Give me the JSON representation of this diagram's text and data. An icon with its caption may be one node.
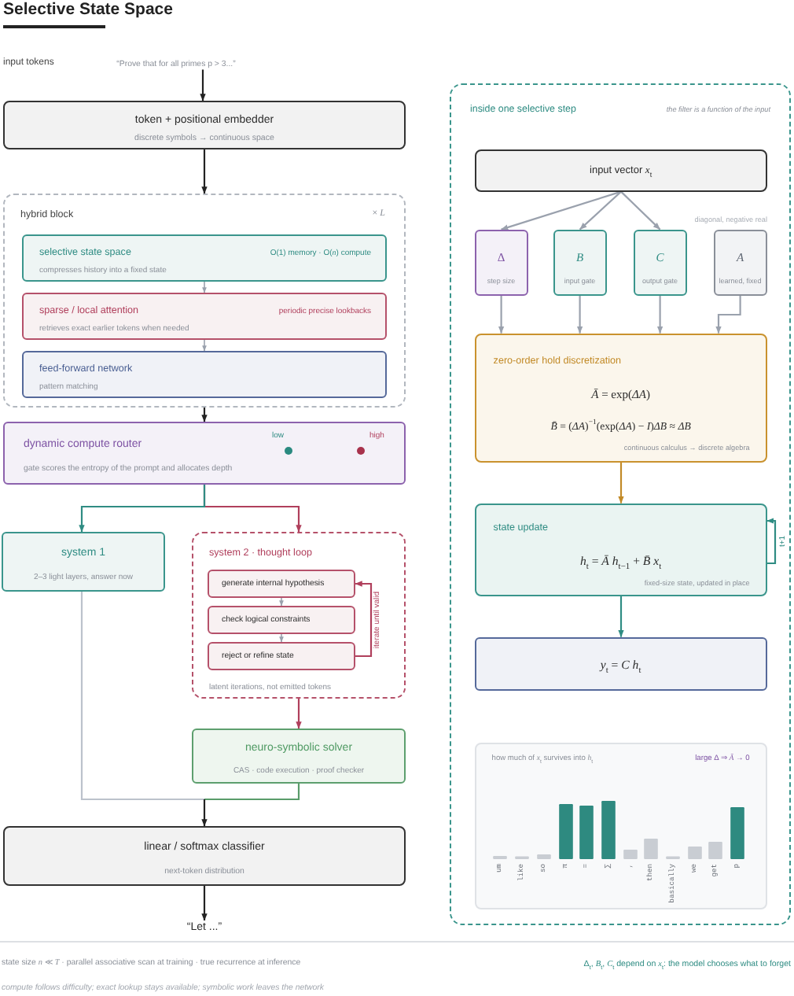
{
  "diagram": {
    "title": "Selective State Space",
    "nodes": [
      {
        "text": [
          "“Prove that for all primes p > 3...”"
        ]
      },
      {
        "text": [
          "token + positional embedder",
          "discrete symbols → continuous space"
        ]
      },
      {
        "text": [
          "hybrid block",
          "× *L*"
        ]
      },
      {
        "text": [
          "selective state space",
          "O(1) memory · O(*n*) compute",
          "compresses history into a fixed state"
        ],
        "in": 2
      },
      {
        "text": [
          "sparse / local attention",
          "periodic precise lookbacks",
          "retrieves exact earlier tokens when needed"
        ],
        "in": 2
      },
      {
        "text": [
          "feed-forward network",
          "pattern matching"
        ],
        "in": 2
      },
      {
        "text": [
          "dynamic compute router",
          "low",
          "high",
          "gate scores the entropy of the prompt and allocates depth"
        ]
      },
      {
        "text": [
          "system 1",
          "2–3 light layers, answer now"
        ]
      },
      {
        "text": [
          "system 2 · thought loop",
          "latent iterations, not emitted tokens"
        ]
      },
      {
        "text": [
          "generate internal hypothesis"
        ],
        "in": 8
      },
      {
        "text": [
          "check logical constraints"
        ],
        "in": 8
      },
      {
        "text": [
          "reject or refine state"
        ],
        "in": 8
      },
      {
        "text": [
          "neuro-symbolic solver",
          "CAS · code execution · proof checker"
        ]
      },
      {
        "text": [
          "linear / softmax classifier",
          "next-token distribution"
        ]
      },
      {
        "text": [
          "“Let ...”"
        ]
      },
      {
        "text": [
          "inside one selective step",
          "the filter is a function of the input"
        ]
      },
      {
        "text": [
          "input vector *x*$_{t}$"
        ],
        "in": 15
      },
      {
        "text": [
          "Δ",
          "step size"
        ],
        "in": 15
      },
      {
        "text": [
          "B",
          "input gate"
        ],
        "in": 15
      },
      {
        "text": [
          "C",
          "output gate"
        ],
        "in": 15
      },
      {
        "text": [
          "A",
          "learned, fixed"
        ],
        "beside": [
          "diagonal, negative real"
        ],
        "in": 15
      },
      {
        "text": [
          "zero-order hold discretization",
          "*Ā* = exp(*ΔA*)",
          "*B̄* = (*ΔA*)$^{−1}$(exp(*ΔA*) − *I*)*ΔB* ≈ *ΔB*",
          "continuous calculus → discrete algebra"
        ],
        "in": 15
      },
      {
        "text": [
          "state update",
          "*h*$_{t}$ = *Ā* *h*$_{t−1}$ + *B̄* *x*$_{t}$",
          "fixed-size state, updated in place"
        ],
        "in": 15
      },
      {
        "text": [
          "*y*$_{t}$ = *C* *h*$_{t}$"
        ],
        "in": 15
      },
      {
        "text": [
          "how much of *x*$_{t}$ survives into *h*$_{t}$",
          "large Δ ⇒ *Ā* → 0"
        ],
        "in": 15
      }
    ],
    "edges": [
      {
        "from": 0,
        "to": 1,
        "arrow": "to",
        "color": "#222222"
      },
      {
        "from": 1,
        "to": 2,
        "arrow": "to",
        "color": "#222222"
      },
      {
        "from": 3,
        "to": 4,
        "arrow": "to"
      },
      {
        "from": 4,
        "to": 5,
        "arrow": "to"
      },
      {
        "from": 2,
        "to": 6,
        "arrow": "to",
        "color": "#222222"
      },
      {
        "from": 6,
        "to": 7,
        "arrow": "to",
        "color": "#2f8c83"
      },
      {
        "from": 6,
        "to": 8,
        "arrow": "to",
        "color": "#b03f5c"
      },
      {
        "from": 9,
        "to": 10,
        "arrow": "to"
      },
      {
        "from": 10,
        "to": 11,
        "arrow": "to"
      },
      {
        "from": 11,
        "to": 9,
        "arrow": "to",
        "label": "iterate until valid",
        "color": "#b03f5c"
      },
      {
        "from": 8,
        "to": 12,
        "arrow": "to",
        "color": "#b03f5c"
      },
      {
        "from": 7,
        "to": 13,
        "arrow": "to",
        "color": "#bcc2cc"
      },
      {
        "from": 12,
        "to": 13,
        "arrow": "to",
        "color": "#5a9c6a"
      },
      {
        "from": 13,
        "to": 14,
        "arrow": "to",
        "color": "#222222"
      },
      {
        "from": 16,
        "to": 17,
        "arrow": "to"
      },
      {
        "from": 16,
        "to": 18,
        "arrow": "to"
      },
      {
        "from": 16,
        "to": 19,
        "arrow": "to"
      },
      {
        "from": 17,
        "to": 21,
        "arrow": "to"
      },
      {
        "from": 18,
        "to": 21,
        "arrow": "to"
      },
      {
        "from": 19,
        "to": 21,
        "arrow": "to"
      },
      {
        "from": 20,
        "to": 21,
        "arrow": "to"
      },
      {
        "from": 21,
        "to": 22,
        "arrow": "to",
        "color": "#c28a27"
      },
      {
        "from": 22,
        "to": 22,
        "arrow": "to",
        "label": "t+1",
        "color": "#2f8c83"
      },
      {
        "from": 22,
        "to": 23,
        "arrow": "to",
        "color": "#2f8c83"
      }
    ],
    "labels": [
      "input tokens",
      "um",
      "like",
      "so",
      "π",
      "=",
      "∑",
      ",",
      "then",
      "basically",
      "we",
      "get",
      "p",
      "state size *n* ≪ *T* · parallel associative scan at training · true recurrence at inference",
      "Δ$_{t}$, *B*$_{t}$, *C*$_{t}$ depend on *x*$_{t}$: the model chooses what to forget",
      "compute follows difficulty; exact lookup stays available; symbolic work leaves the network"
    ]
  }
}
